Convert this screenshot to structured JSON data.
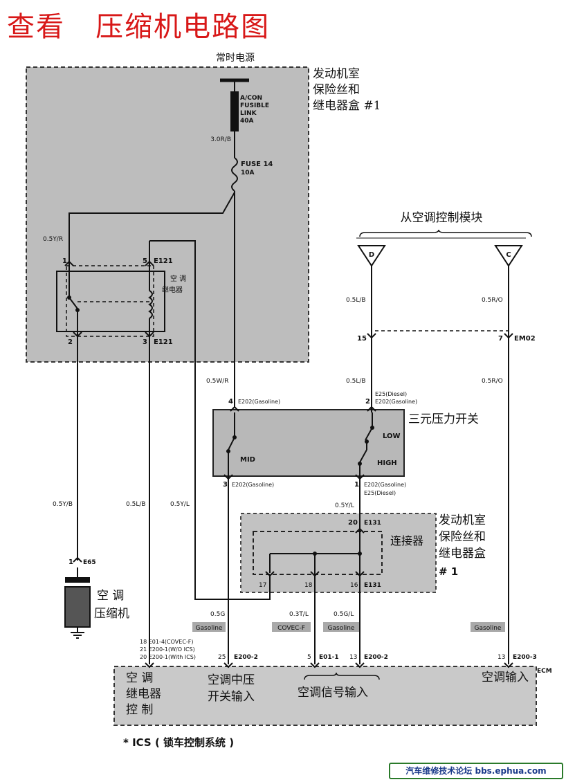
{
  "title": "查看   压缩机电路图",
  "top_power": "常时电源",
  "box1_label": [
    "发动机室",
    "保险丝和",
    "继电器盒 #1"
  ],
  "fusible_link": [
    "A/CON",
    "FUSIBLE",
    "LINK",
    "40A"
  ],
  "wire_3R": "3.0R/B",
  "fuse14": [
    "FUSE 14",
    "10A"
  ],
  "wire_05YR": "0.5Y/R",
  "relay_pin1": "1",
  "relay_pin5": "5",
  "relay_conn_top": "E121",
  "relay_label": [
    "空  调",
    "继电器"
  ],
  "relay_pin2": "2",
  "relay_pin3": "3",
  "relay_conn_bottom": "E121",
  "from_ac_module": "从空调控制模块",
  "conn_D": "D",
  "conn_C": "C",
  "wire_05LB_top": "0.5L/B",
  "wire_05RO_top": "0.5R/O",
  "pin15": "15",
  "pin7": "7",
  "em02": "EM02",
  "wire_05WR": "0.5W/R",
  "wire_05LB_mid": "0.5L/B",
  "wire_05RO_mid": "0.5R/O",
  "e25_diesel": "E25(Diesel)",
  "pin4": "4",
  "e202_gas_left": "E202(Gasoline)",
  "pin2_sw": "2",
  "e202_gas_right": "E202(Gasoline)",
  "triple_switch": "三元压力开关",
  "low": "LOW",
  "high": "HIGH",
  "mid": "MID",
  "pin3_sw": "3",
  "e202_gas_bl": "E202(Gasoline)",
  "pin1_sw": "1",
  "e202_gas_br": "E202(Gasoline)",
  "e25_diesel_b": "E25(Diesel)",
  "wire_05YL_sw": "0.5Y/L",
  "pin20": "20",
  "e131_top": "E131",
  "connector_label": "连接器",
  "box2_label": [
    "发动机室",
    "保险丝和",
    "继电器盒",
    "# 1"
  ],
  "pin17": "17",
  "pin18": "18",
  "pin16": "16",
  "e131_bottom": "E131",
  "wire_05YB": "0.5Y/B",
  "wire_05LB_low": "0.5L/B",
  "wire_05YL_low": "0.5Y/L",
  "pin1_comp": "1",
  "e65": "E65",
  "compressor_label": [
    "空   调",
    "压缩机"
  ],
  "wire_05G": "0.5G",
  "wire_03TL": "0.3T/L",
  "wire_05GL": "0.5G/L",
  "tag_gasoline1": "Gasoline",
  "tag_covec": "COVEC-F",
  "tag_gasoline2": "Gasoline",
  "tag_gasoline3": "Gasoline",
  "ecm_pins_left": [
    "18  E01-4(COVEC-F)",
    "21  E200-1(W/O ICS)",
    "20  E200-1(With ICS)"
  ],
  "ecm_pin25": "25",
  "e200_2a": "E200-2",
  "ecm_pin5": "5",
  "e01_1": "E01-1",
  "ecm_pin13a": "13",
  "e200_2b": "E200-2",
  "ecm_pin13b": "13",
  "e200_3": "E200-3",
  "ecm": "ECM",
  "ecm_relay_ctrl": [
    "空  调",
    "继电器",
    "控  制"
  ],
  "ecm_mid_pressure": [
    "空调中压",
    "开关输入"
  ],
  "ecm_signal_input": "空调信号输入",
  "ecm_ac_input": "空调输入",
  "ics_note": "* ICS ( 锁车控制系统 )",
  "footer": "汽车维修技术论坛 bbs.ephua.com",
  "colors": {
    "title": "#d81818",
    "box_fill": "#b9b9b9",
    "wire": "#1a1a1a"
  }
}
